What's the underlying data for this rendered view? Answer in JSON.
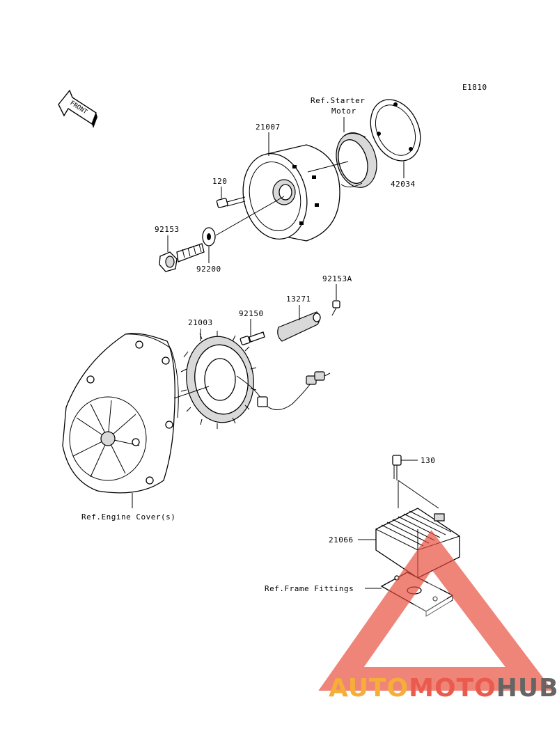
{
  "diagram": {
    "code": "E1810",
    "front_label": "FRONT",
    "labels": {
      "ref_starter_motor_line1": "Ref.Starter",
      "ref_starter_motor_line2": "Motor",
      "p21007": "21007",
      "p120": "120",
      "p42034": "42034",
      "p92153": "92153",
      "p92200": "92200",
      "p92153a": "92153A",
      "p13271": "13271",
      "p92150": "92150",
      "p21003": "21003",
      "ref_engine_cover": "Ref.Engine Cover(s)",
      "p130": "130",
      "p21066": "21066",
      "ref_frame_fittings": "Ref.Frame Fittings"
    }
  },
  "watermark": {
    "part1": "AUTO",
    "part2": "MOTO",
    "part3": "HUB",
    "color1": "#f5a623",
    "color2": "#e84a3a",
    "color3": "#555555"
  }
}
